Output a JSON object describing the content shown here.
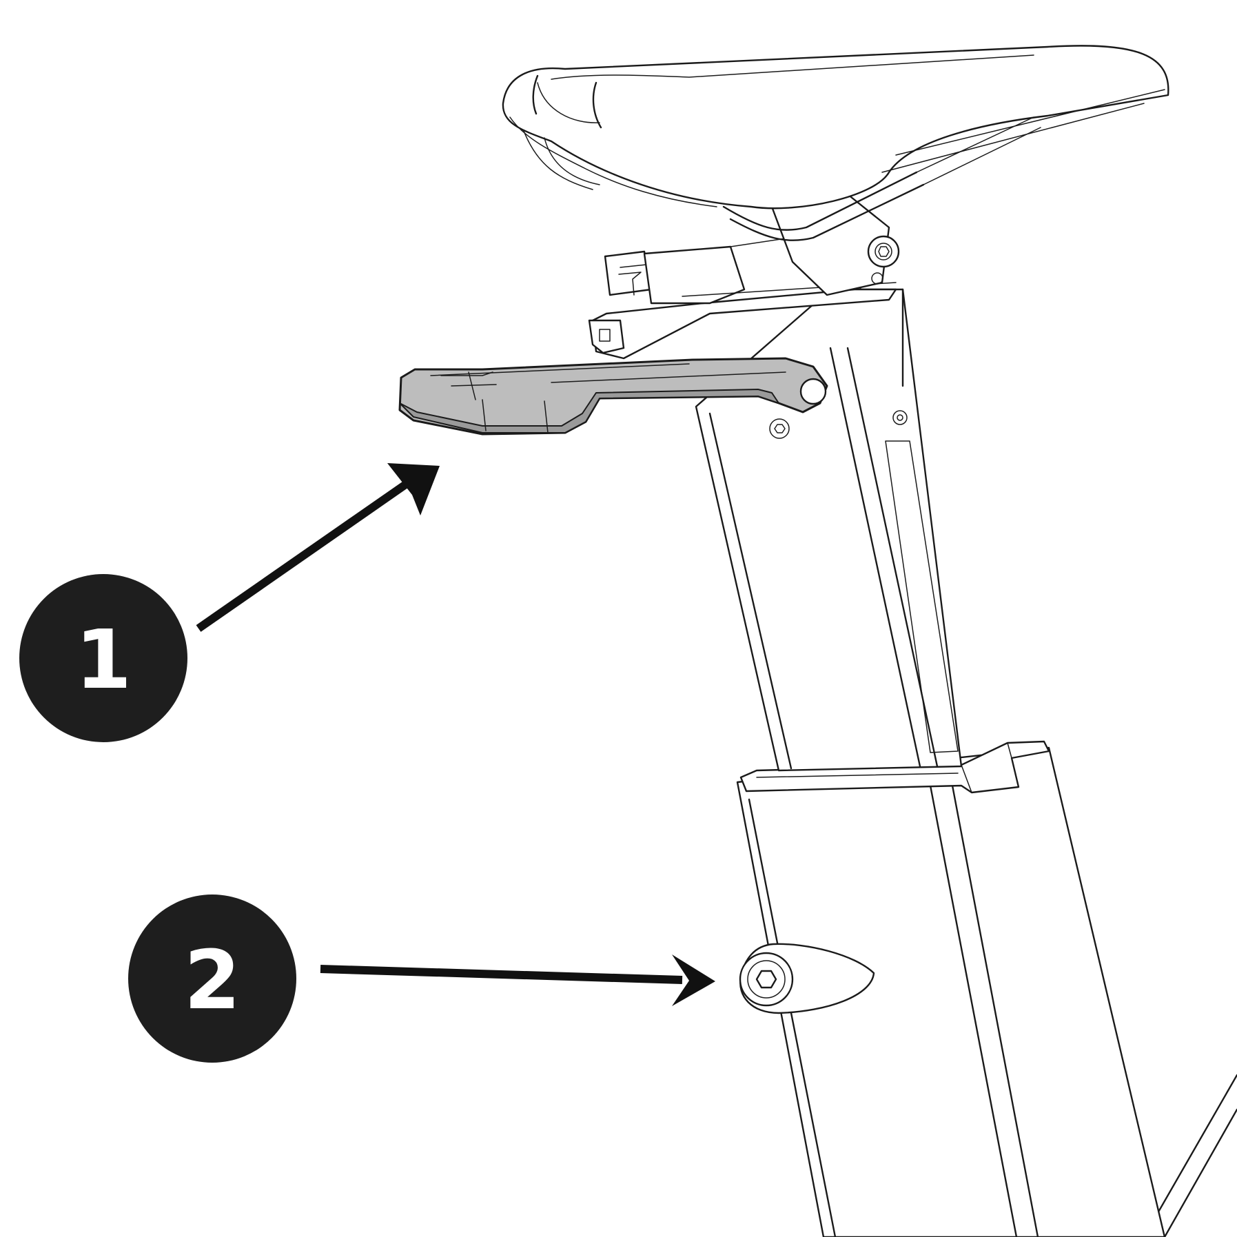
{
  "callouts": [
    {
      "number": "1",
      "target": "seat-adjustment-handle"
    },
    {
      "number": "2",
      "target": "seatpost-bolt-knob"
    }
  ],
  "colors": {
    "callout_fill": "#1e1e1e",
    "callout_text": "#ffffff",
    "line_ink": "#1a1a1a",
    "handle_shade": "#bdbdbd"
  },
  "icons": [
    "saddle-icon",
    "seatpost-icon",
    "handle-icon",
    "knob-icon",
    "arrow-icon"
  ]
}
